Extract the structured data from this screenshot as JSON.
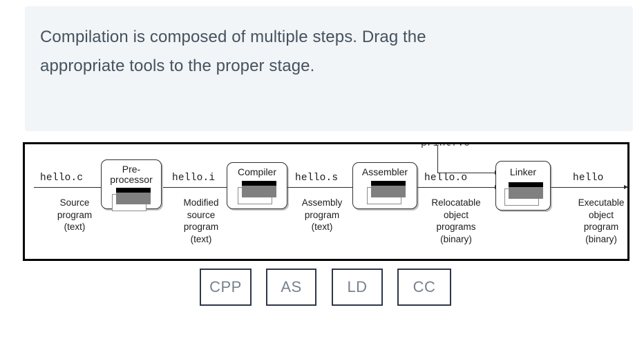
{
  "prompt": {
    "text": "Compilation is composed of multiple steps. Drag the\nappropriate tools to the proper stage."
  },
  "diagram": {
    "title": "compilation-pipeline",
    "stages": [
      {
        "name": "preprocessor",
        "label": "Pre-\nprocessor"
      },
      {
        "name": "compiler",
        "label": "Compiler"
      },
      {
        "name": "assembler",
        "label": "Assembler"
      },
      {
        "name": "linker",
        "label": "Linker"
      }
    ],
    "artifacts": [
      {
        "name": "hello-c",
        "file": "hello.c",
        "caption": "Source\nprogram\n(text)"
      },
      {
        "name": "hello-i",
        "file": "hello.i",
        "caption": "Modified\nsource\nprogram\n(text)"
      },
      {
        "name": "hello-s",
        "file": "hello.s",
        "caption": "Assembly\nprogram\n(text)"
      },
      {
        "name": "hello-o",
        "file": "hello.o",
        "caption": "Relocatable\nobject\nprograms\n(binary)"
      },
      {
        "name": "hello",
        "file": "hello",
        "caption": "Executable\nobject\nprogram\n(binary)"
      }
    ],
    "library_input": {
      "file": "printf.o"
    }
  },
  "tools": [
    {
      "name": "tool-cpp",
      "label": "CPP"
    },
    {
      "name": "tool-as",
      "label": "AS"
    },
    {
      "name": "tool-ld",
      "label": "LD"
    },
    {
      "name": "tool-cc",
      "label": "CC"
    }
  ],
  "colors": {
    "prompt_bg": "#f1f5f8",
    "prompt_text": "#46525e",
    "frame_border": "#000000",
    "tool_border": "#2d3748",
    "tool_text": "#76818d",
    "chip_gray": "#808080",
    "page_bg": "#ffffff"
  }
}
